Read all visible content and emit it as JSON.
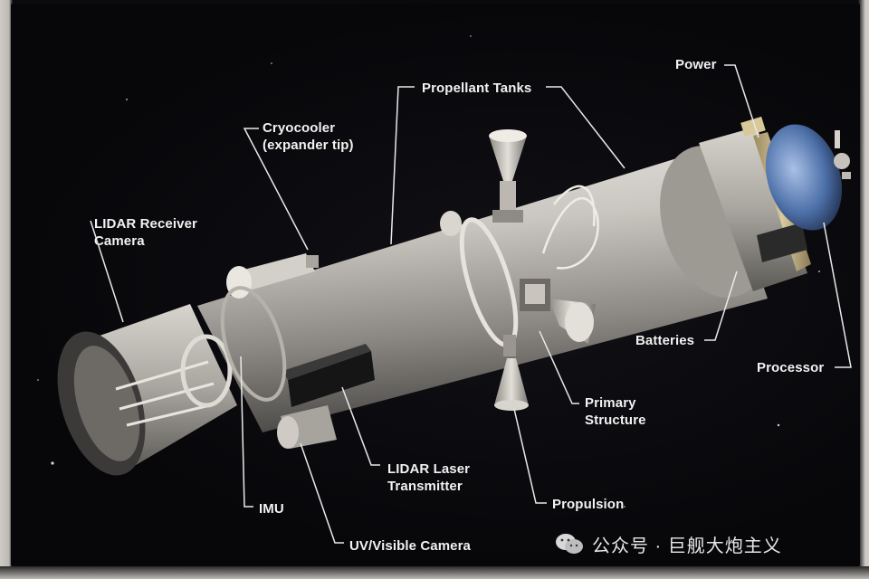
{
  "labels": {
    "power": "Power",
    "propellant_tanks": "Propellant Tanks",
    "cryocooler": "Cryocooler\n(expander tip)",
    "lidar_receiver": "LIDAR Receiver\nCamera",
    "batteries": "Batteries",
    "processor": "Processor",
    "primary_structure": "Primary\nStructure",
    "lidar_laser": "LIDAR Laser\nTransmitter",
    "imu": "IMU",
    "propulsion": "Propulsion",
    "uv_camera": "UV/Visible Camera"
  },
  "watermark": {
    "text": "公众号 · 巨舰大炮主义",
    "icon": "wechat-icon"
  },
  "colors": {
    "background": "#0a0a0d",
    "body_metal": "#b9b6b0",
    "label_text": "#f2f2f2",
    "end_cap_blue": "#4c6fa8"
  }
}
